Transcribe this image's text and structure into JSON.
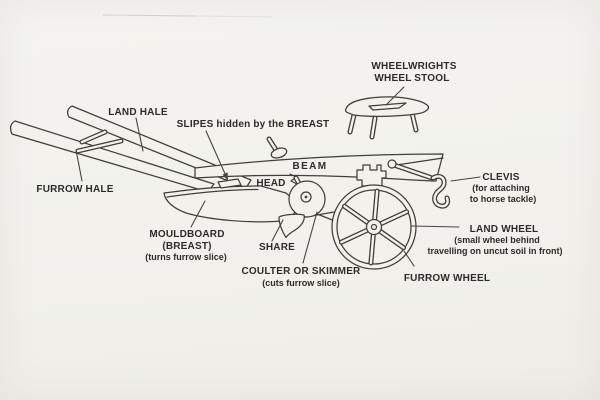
{
  "colors": {
    "paper": "#f2f1ec",
    "ink": "#403f3a",
    "text": "#2d2c28",
    "faint_scan_line": "#b8b7b1"
  },
  "labels": {
    "land_hale": "LAND HALE",
    "furrow_hale": "FURROW HALE",
    "slipes": "SLIPES hidden by the BREAST",
    "beam": "BEAM",
    "head": "HEAD",
    "mouldboard_line1": "MOULDBOARD",
    "mouldboard_line2": "(BREAST)",
    "mouldboard_line3": "(turns furrow slice)",
    "share": "SHARE",
    "coulter_line1": "COULTER OR SKIMMER",
    "coulter_line2": "(cuts furrow slice)",
    "furrow_wheel": "FURROW WHEEL",
    "land_wheel_line1": "LAND WHEEL",
    "land_wheel_line2": "(small wheel behind",
    "land_wheel_line3": "travelling on uncut soil in front)",
    "clevis_line1": "CLEVIS",
    "clevis_line2": "(for attaching",
    "clevis_line3": "to horse tackle)",
    "stool_line1": "WHEELWRIGHTS",
    "stool_line2": "WHEEL STOOL"
  }
}
